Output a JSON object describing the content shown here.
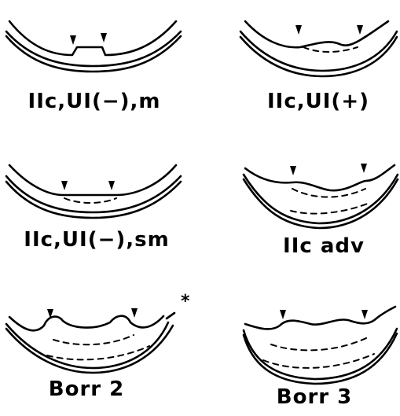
{
  "panels": [
    {
      "id": "iic-ul-minus-m",
      "label": "IIc,UI(−),m"
    },
    {
      "id": "iic-ul-plus",
      "label": "IIc,UI(+)"
    },
    {
      "id": "iic-ul-minus-sm",
      "label": "IIc,UI(−),sm"
    },
    {
      "id": "iic-adv",
      "label": "IIc adv"
    },
    {
      "id": "borr-2",
      "label": "Borr 2"
    },
    {
      "id": "borr-3",
      "label": "Borr 3"
    }
  ],
  "asterisk": "*"
}
